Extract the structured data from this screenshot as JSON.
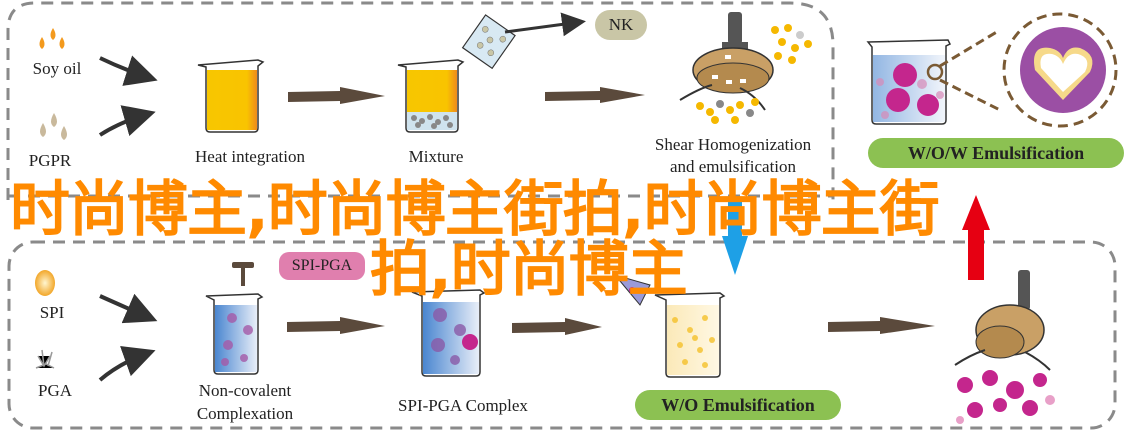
{
  "top_flow": {
    "ingredients": [
      "Soy oil",
      "PGPR"
    ],
    "steps": [
      "Heat integration",
      "Mixture"
    ],
    "additive": "NK",
    "homogenization": [
      "Shear Homogenization",
      "and emulsification"
    ],
    "result": "W/O/W Emulsification"
  },
  "bottom_flow": {
    "ingredients": [
      "SPI",
      "PGA"
    ],
    "steps": [
      "Non-covalent",
      "Complexation"
    ],
    "complex": "SPI-PGA Complex",
    "complex_tag": "SPI-PGA",
    "result": "W/O Emulsification"
  },
  "overlay": {
    "line1": "时尚博主,时尚博主街拍,时尚博主街",
    "line2": "拍,时尚博主"
  },
  "colors": {
    "overlay": "#ff8a00",
    "green_pill": "#8cc152",
    "pink_pill": "#e07fae",
    "nk_pill": "#c9c6a6",
    "arrow": "#5b4a3c",
    "blue_arrow": "#1ea0e6",
    "red_arrow": "#e60012"
  }
}
